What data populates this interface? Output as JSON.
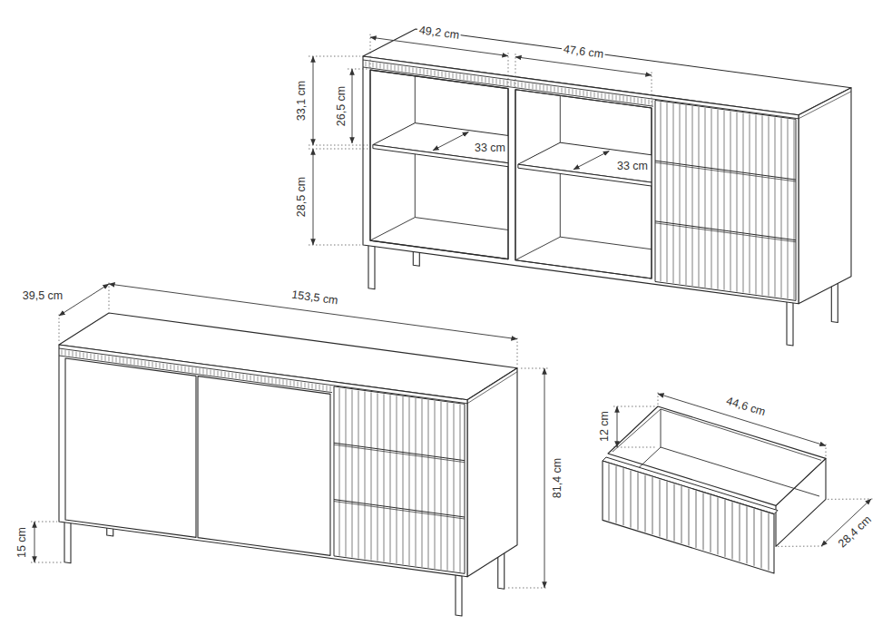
{
  "diagram": {
    "labels": [
      "49,2 cm",
      "47,6 cm",
      "33,1 cm",
      "26,5 cm",
      "33 cm",
      "33 cm",
      "28,5 cm",
      "39,5 cm",
      "153,5 cm",
      "81,4 cm",
      "15 cm",
      "44,6 cm",
      "12 cm",
      "28,4 cm"
    ]
  }
}
